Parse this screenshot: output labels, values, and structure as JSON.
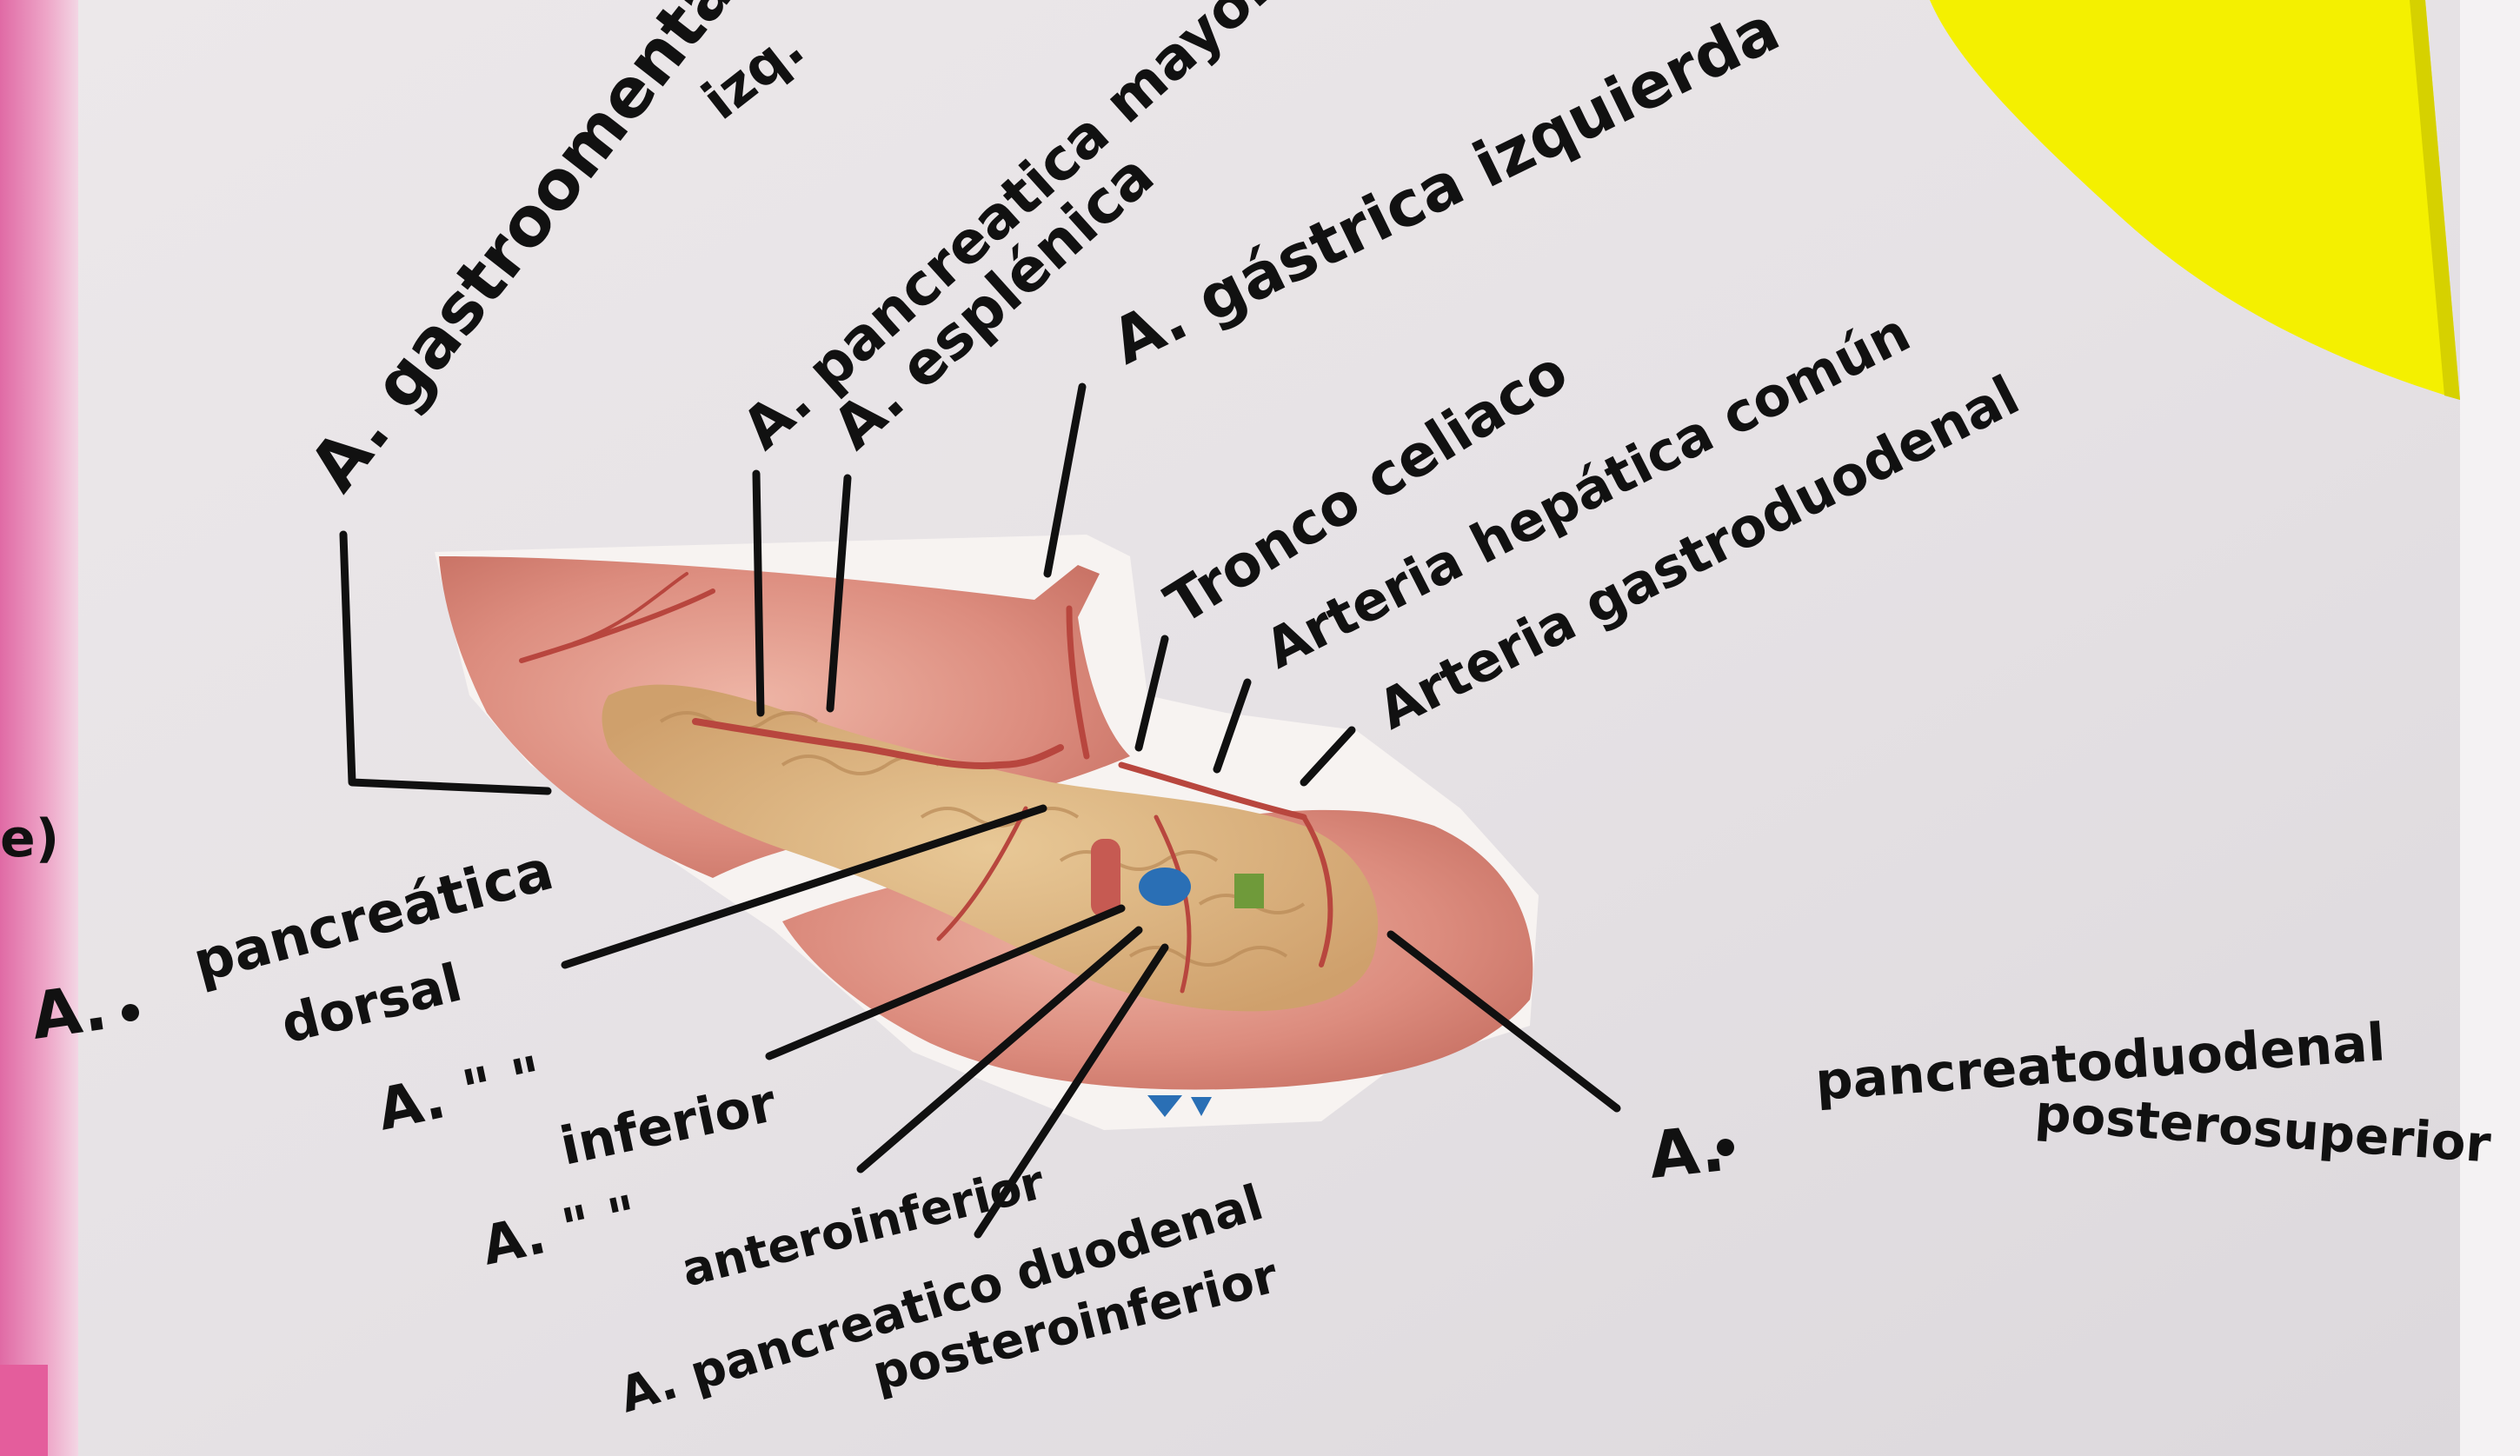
{
  "labels": {
    "gastroomental_line1": "A. gastroomental",
    "gastroomental_line2": "izq.",
    "pancreatica_mayor": "A. pancreatica mayor",
    "esplenica": "A. esplénica",
    "gastrica_izq": "A. gástrica izquierda",
    "tronco_celiaco": "Tronco celiaco",
    "hepatica_comun": "Arteria hepática común",
    "gastroduodenal": "Arteria gastroduodenal",
    "pancreatica_dorsal_line1": "pancreática",
    "pancreatica_dorsal_line2": "dorsal",
    "pancreatica_dorsal_prefix": "A.",
    "inferior_prefix": "A. \" \"",
    "inferior_word": "inferior",
    "anteroinferior_prefix": "A. \" \"",
    "anteroinferior_word": "anteroinferior",
    "pd_posteroinferior_line1": "A. pancreatico duodenal",
    "pd_posteroinferior_line2": "posteroinferior",
    "pd_posterosuperior_line1": "pancreatoduodenal",
    "pd_posterosuperior_line2": "posterosuperior",
    "pd_posterosuperior_prefix": "A.",
    "margin_mark": "e)"
  },
  "colors": {
    "paper": "#e9e6e8",
    "pink_margin": "#e58fb6",
    "sticky_note": "#f4f000",
    "ink": "#111111",
    "stomach": "#d9847a",
    "pancreas": "#dcb27a",
    "vessel": "#b8463e"
  }
}
